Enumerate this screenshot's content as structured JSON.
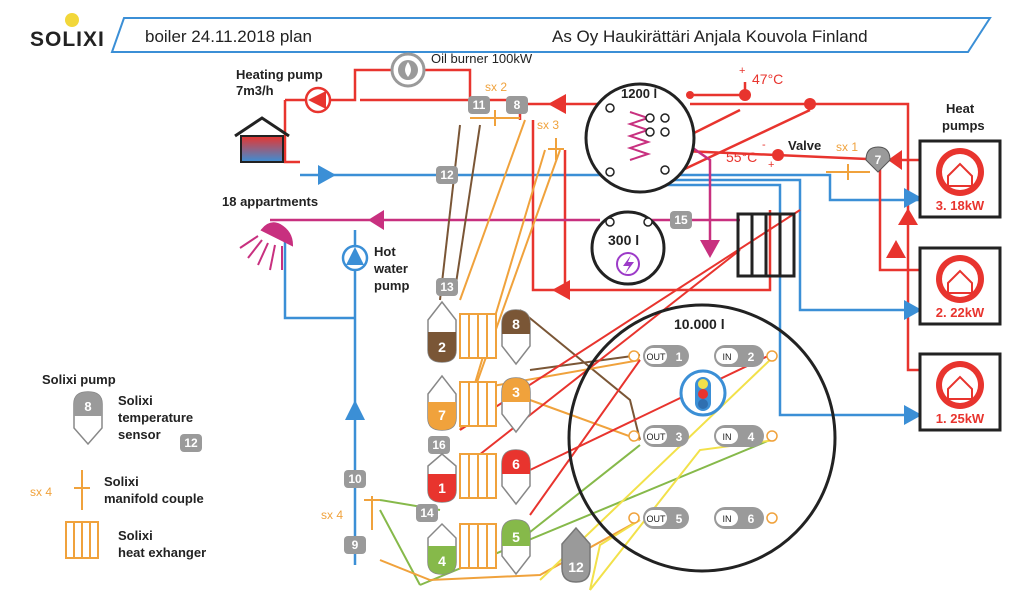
{
  "header": {
    "logo": "SOLIXI",
    "title": "boiler 24.11.2018 plan",
    "location": "As Oy Haukirättäri  Anjala Kouvola Finland"
  },
  "labels": {
    "oil_burner": "Oil burner 100kW",
    "heating_pump_1": "Heating pump",
    "heating_pump_2": "7m3/h",
    "apartments": "18 appartments",
    "hot_water_pump_1": "Hot",
    "hot_water_pump_2": "water",
    "hot_water_pump_3": "pump",
    "temp_47": "47°C",
    "temp_55": "55°C",
    "valve": "Valve",
    "heat_pumps_1": "Heat",
    "heat_pumps_2": "pumps"
  },
  "tanks": {
    "tank_1200": "1200 l",
    "tank_300": "300 l",
    "tank_10000": "10.000 l"
  },
  "heat_pumps": [
    "3. 18kW",
    "2. 22kW",
    "1. 25kW"
  ],
  "ports": {
    "out1": "OUT",
    "out1_n": "1",
    "in2": "IN",
    "in2_n": "2",
    "out3": "OUT",
    "out3_n": "3",
    "in4": "IN",
    "in4_n": "4",
    "out5": "OUT",
    "out5_n": "5",
    "in6": "IN",
    "in6_n": "6"
  },
  "manifolds": {
    "sx2": "sx 2",
    "sx3": "sx 3",
    "sx1": "sx 1",
    "sx4": "sx 4"
  },
  "sensors": {
    "s7": "7",
    "s8_top": "8",
    "s11": "11",
    "s12_top": "12",
    "s15": "15",
    "s13": "13",
    "s16": "16",
    "s10": "10",
    "s14": "14",
    "s9": "9",
    "s12_bottom": "12"
  },
  "pumps": {
    "p2": "2",
    "p8": "8",
    "p7": "7",
    "p3": "3",
    "p1": "1",
    "p6": "6",
    "p4": "4",
    "p5": "5",
    "p12": "12"
  },
  "legend": {
    "pump_title": "Solixi pump",
    "pump_num": "8",
    "sensor_1": "Solixi",
    "sensor_2": "temperature",
    "sensor_3": "sensor",
    "sensor_num": "12",
    "manifold_qty": "sx 4",
    "manifold_1": "Solixi",
    "manifold_2": "manifold couple",
    "hx_1": "Solixi",
    "hx_2": "heat exhanger"
  },
  "colors": {
    "red": "#e8342e",
    "blue": "#3b8fd6",
    "orange": "#f0a23c",
    "brown": "#7a5636",
    "green": "#86b94a",
    "yellow": "#f2e14a",
    "magenta": "#c8307f",
    "purple": "#9c3ac8",
    "grey": "#9a9a9a"
  }
}
